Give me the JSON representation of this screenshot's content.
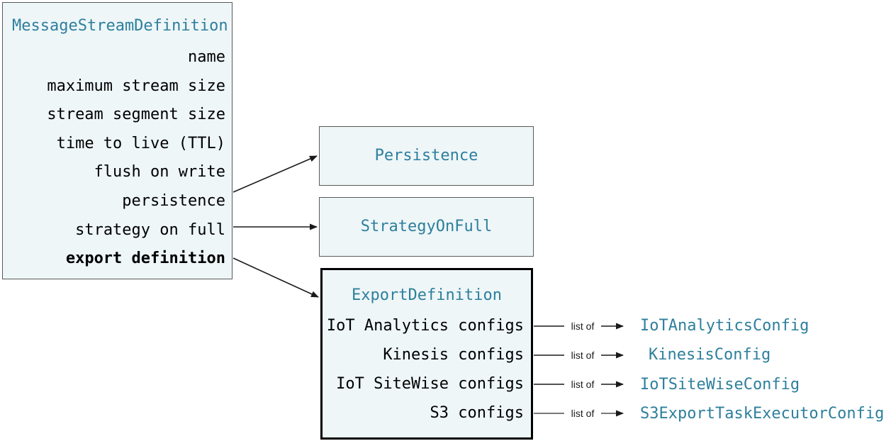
{
  "colors": {
    "class_title": "#2e7f9c",
    "box_fill": "#eef6f8",
    "box_border": "#595959",
    "emphasis_border": "#000000",
    "field_text": "#000000",
    "arrow": "#1a1a1a"
  },
  "main_class": {
    "title": "MessageStreamDefinition",
    "fields": [
      "name",
      "maximum stream size",
      "stream segment size",
      "time to live (TTL)",
      "flush on write",
      "persistence",
      "strategy on full",
      "export definition"
    ]
  },
  "persistence_class": {
    "title": "Persistence"
  },
  "strategy_class": {
    "title": "StrategyOnFull"
  },
  "export_class": {
    "title": "ExportDefinition",
    "fields": [
      "IoT Analytics configs",
      "Kinesis configs",
      "IoT SiteWise configs",
      "S3 configs"
    ]
  },
  "relations": [
    {
      "label": "list of",
      "target": "IoTAnalyticsConfig"
    },
    {
      "label": "list of",
      "target": "KinesisConfig"
    },
    {
      "label": "list of",
      "target": "IoTSiteWiseConfig"
    },
    {
      "label": "list of",
      "target": "S3ExportTaskExecutorConfig"
    }
  ]
}
